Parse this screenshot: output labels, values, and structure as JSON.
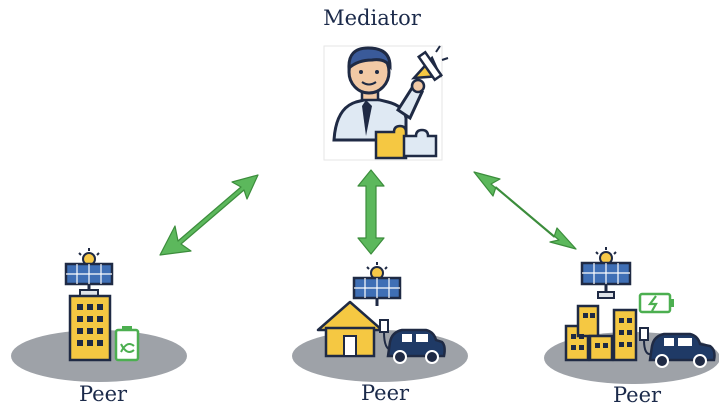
{
  "mediator": {
    "label": "Mediator",
    "icon": "mediator-person-megaphone-puzzle-icon"
  },
  "peers": [
    {
      "label": "Peer",
      "icon": "office-building-solar-battery-icon"
    },
    {
      "label": "Peer",
      "icon": "house-solar-electric-car-icon"
    },
    {
      "label": "Peer",
      "icon": "city-solar-battery-car-icon"
    }
  ],
  "colors": {
    "arrow": "#5cb85c",
    "arrow_stroke": "#3c8d3c",
    "platform": "#9ea2a8",
    "building": "#f5c842",
    "outline": "#1f2a44",
    "solar_panel": "#3f6fb5",
    "sun": "#f7c948",
    "car": "#1f3a66",
    "battery": "#4caf50"
  }
}
